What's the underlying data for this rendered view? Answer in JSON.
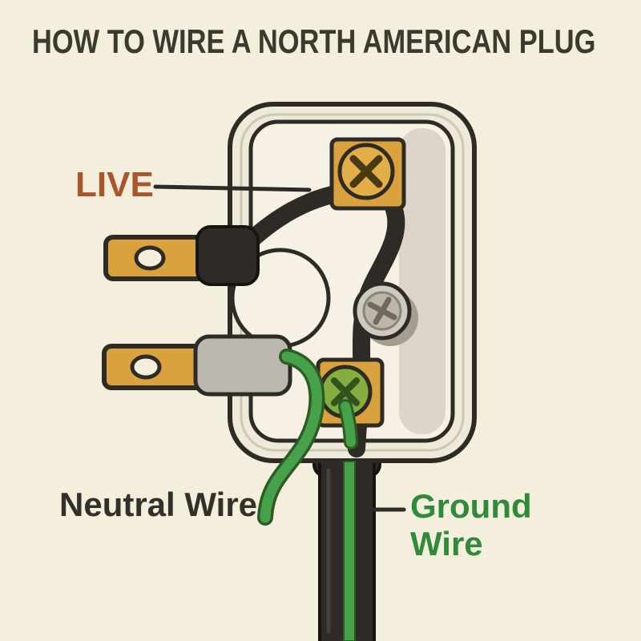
{
  "title": "HOW TO WIRE A NORTH AMERICAN PLUG",
  "labels": {
    "live": "LIVE",
    "neutral": "Neutral Wire",
    "ground": [
      "Ground",
      "Wire"
    ]
  },
  "colors": {
    "background": "#f4eedd",
    "outline": "#2e2b26",
    "title_text": "#3c3a2e",
    "live_label_text": "#a8562a",
    "neutral_label_text": "#33302b",
    "ground_label_text": "#2e8b3a",
    "plug_shell": "#efe9da",
    "plug_face": "#f6f1e4",
    "face_shading": "#ddd6c8",
    "brass": "#d9a23c",
    "brass_light": "#e2ae48",
    "screw_silver": "#cfcabf",
    "screw_silver_inner": "#bdb6a9",
    "screw_green": "#86ad3f",
    "wire_black": "#2e2b27",
    "wire_green": "#47a04a",
    "sleeve_gray": "#bcb8b0"
  }
}
